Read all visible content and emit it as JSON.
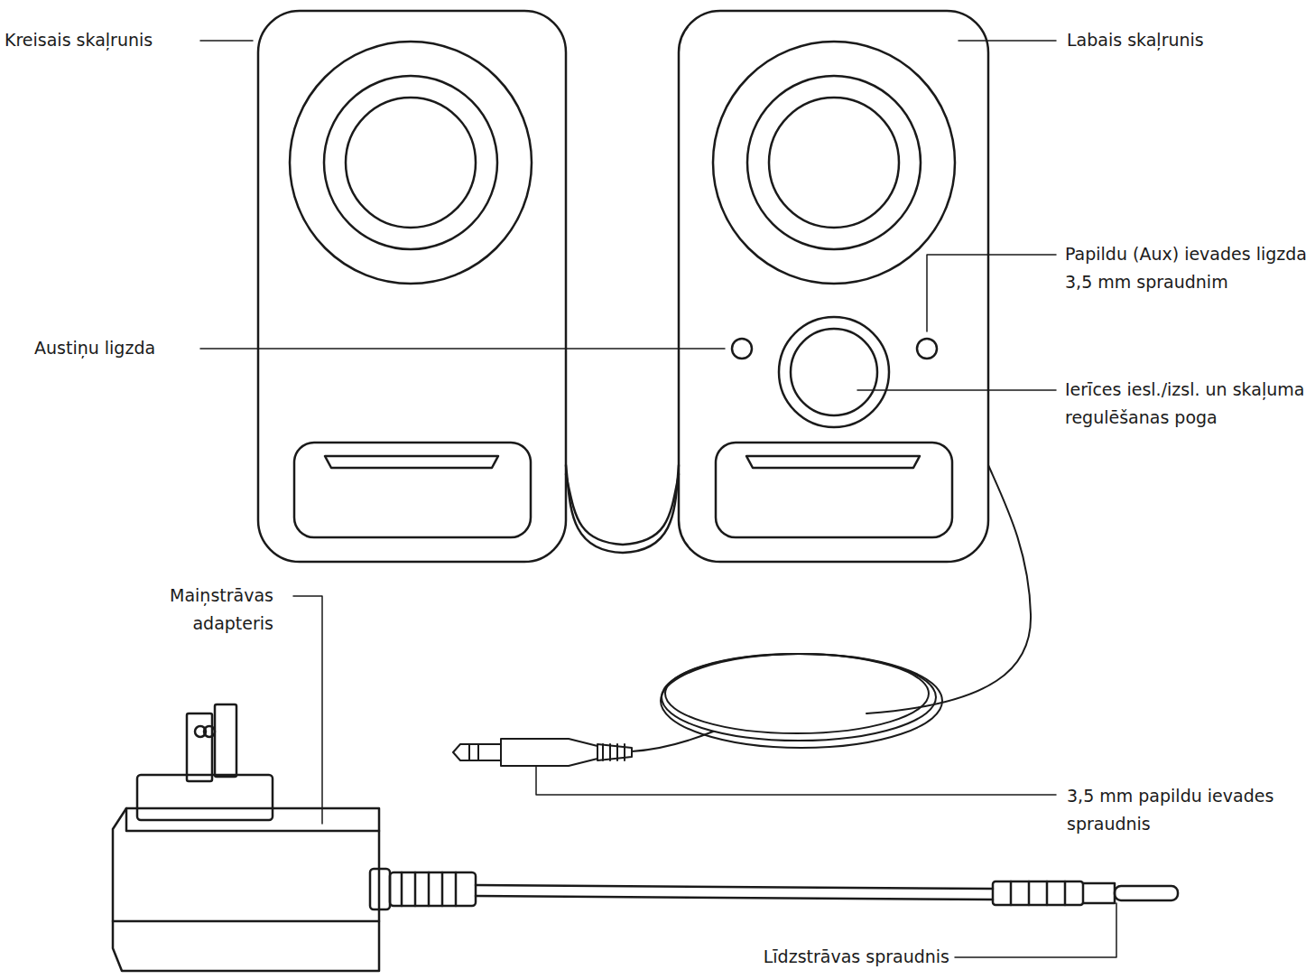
{
  "diagram": {
    "labels": [
      "Kreisais skaļrunis",
      "Labais skaļrunis",
      "Papildu (Aux) ievades ligzda 3,5 mm spraudnim",
      "Austiņu ligzda",
      "Ierīces iesl./izsl. un skaļuma regulēšanas poga",
      "Maiņstrāvas adapteris",
      "3,5 mm papildu ievades spraudnis",
      "Līdzstrāvas spraudnis"
    ]
  }
}
